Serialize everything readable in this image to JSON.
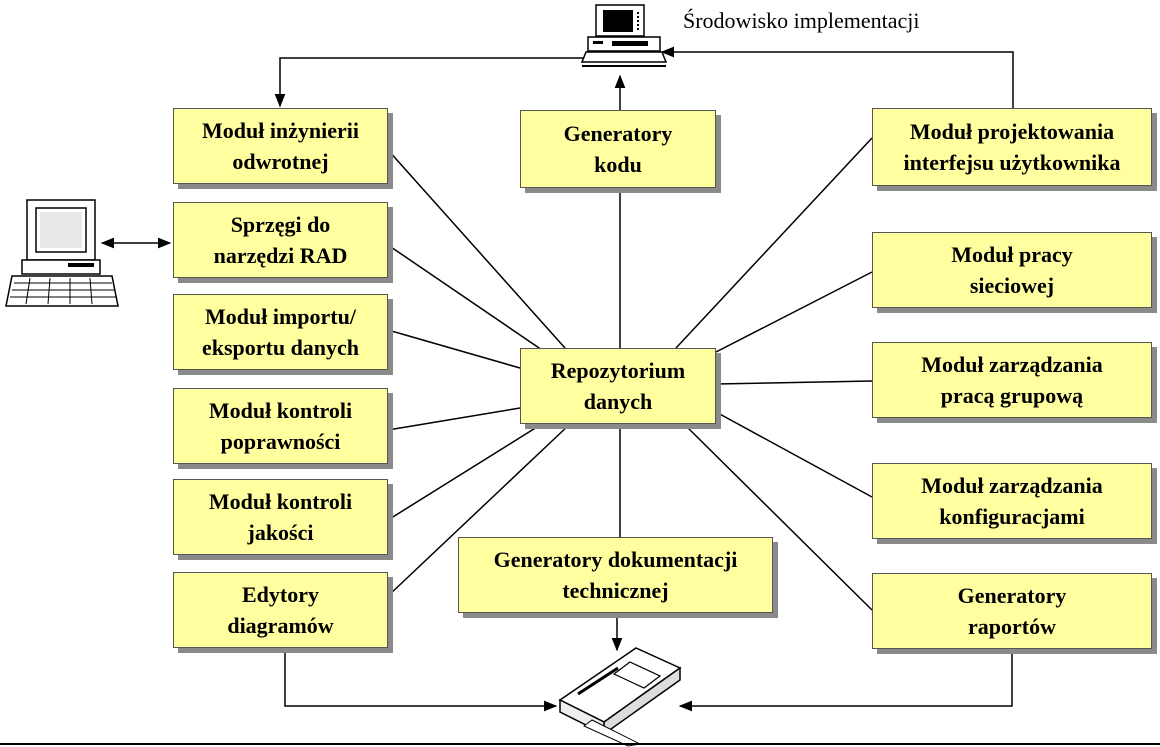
{
  "env_label": "Środowisko implementacji",
  "center": {
    "line1": "Repozytorium",
    "line2": "danych"
  },
  "modules": {
    "reverse_eng": {
      "line1": "Moduł inżynierii",
      "line2": "odwrotnej"
    },
    "code_gen": {
      "line1": "Generatory",
      "line2": "kodu"
    },
    "ui_design": {
      "line1": "Moduł projektowania",
      "line2": "interfejsu użytkownika"
    },
    "rad": {
      "line1": "Sprzęgi do",
      "line2": "narzędzi RAD"
    },
    "network": {
      "line1": "Moduł pracy",
      "line2": "sieciowej"
    },
    "import_export": {
      "line1": "Moduł importu/",
      "line2": "eksportu danych"
    },
    "group_work": {
      "line1": "Moduł zarządzania",
      "line2": "pracą grupową"
    },
    "validation": {
      "line1": "Moduł kontroli",
      "line2": "poprawności"
    },
    "config": {
      "line1": "Moduł zarządzania",
      "line2": "konfiguracjami"
    },
    "quality": {
      "line1": "Moduł kontroli",
      "line2": "jakości"
    },
    "doc_gen": {
      "line1": "Generatory dokumentacji",
      "line2": "technicznej"
    },
    "diagram_editors": {
      "line1": "Edytory",
      "line2": "diagramów"
    },
    "report_gen": {
      "line1": "Generatory",
      "line2": "raportów"
    }
  },
  "icons": [
    "workstation-icon",
    "desktop-computer-icon",
    "printer-icon"
  ]
}
